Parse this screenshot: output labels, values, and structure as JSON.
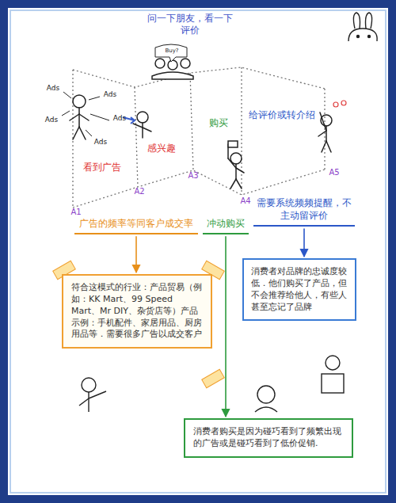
{
  "diagram": {
    "nodes": [
      {
        "text": [
          "广告的频率等同客户成交率"
        ]
      },
      {
        "text": [
          "冲动购买"
        ]
      },
      {
        "text": [
          "需要系统频频提醒，不主动留评价"
        ]
      },
      {
        "text": [
          "符合这模式的行业：产品贸易（例如：KK Mart、99 Speed Mart、Mr DIY、杂货店等）产品示例：手机配件、家居用品、厨房用品等．需要很多广告以成交客户"
        ]
      },
      {
        "text": [
          "消费者对品牌的忠诚度较低．他们购买了产品，但不会推荐给他人，有些人甚至忘记了品牌"
        ]
      },
      {
        "text": [
          "消费者购买是因为碰巧看到了频繁出现的广告或是碰巧看到了低价促销."
        ]
      }
    ],
    "edges": [
      {
        "from": 0,
        "to": 3,
        "arrow": "to"
      },
      {
        "from": 1,
        "to": 5,
        "arrow": "to"
      },
      {
        "from": 2,
        "to": 4,
        "arrow": "to"
      }
    ],
    "labels": [
      "问一下朋友，看一下评价",
      "Buy?",
      "Ads",
      "Ads",
      "Ads",
      "Ads",
      "Ads",
      "看到广告",
      "感兴趣",
      "购买",
      "给评价或转介绍",
      "A1",
      "A2",
      "A3",
      "A4",
      "A5"
    ]
  }
}
